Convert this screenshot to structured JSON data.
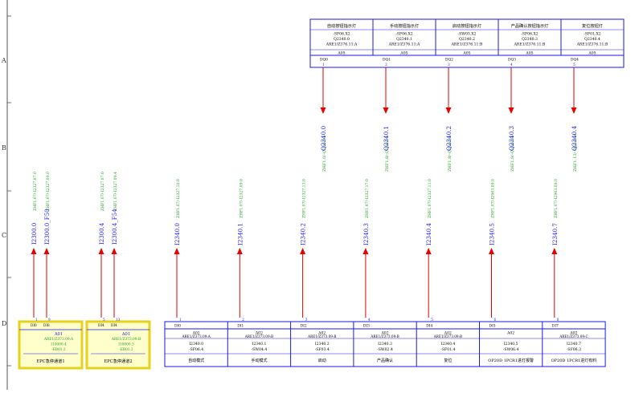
{
  "row_labels": [
    "A",
    "B",
    "C",
    "D"
  ],
  "colors": {
    "arrow": "#e60000",
    "frame": "#1a1ae6",
    "address": "#1a1ae6",
    "xref": "#22a022",
    "label": "#1a1ae6",
    "highlight_fill": "#ffffcc",
    "highlight_border": "#e6d21a"
  },
  "outputs": [
    {
      "label": "自动按钮指示灯",
      "device": "-SF06.X2",
      "tag": "Q2340.0",
      "ref": "ARE1/Z376.11:A",
      "module": "A05",
      "channel": "DQ0",
      "num": "1",
      "address": "Q2340.0",
      "xref": "ZHF1.0/-Q2340.0"
    },
    {
      "label": "手动按钮指示灯",
      "device": "-SF06.X2",
      "tag": "Q2340.1",
      "ref": "ARE1/Z376.11:A",
      "module": "A05",
      "channel": "DQ1",
      "num": "2",
      "address": "Q2340.1",
      "xref": "ZHF1.8/-Q2340.1"
    },
    {
      "label": "启动按钮指示灯",
      "device": "-SW03.X2",
      "tag": "Q2340.2",
      "ref": "ARE1/Z376.11:B",
      "module": "A05",
      "channel": "DQ2",
      "num": "3",
      "address": "Q2340.2",
      "xref": "ZHF1.8/-Q2340.2"
    },
    {
      "label": "产品确认按钮指示灯",
      "device": "-SF06.X2",
      "tag": "Q2340.3",
      "ref": "ARE1/Z376.11:B",
      "module": "A05",
      "channel": "DQ3",
      "num": "4",
      "address": "Q2340.3",
      "xref": "ZHF1.9/-Q2340.3"
    },
    {
      "label": "复位按钮灯",
      "device": "-SF01.X2",
      "tag": "Q2340.4",
      "ref": "ARE1/Z376.11:B",
      "module": "A05",
      "channel": "DQ4",
      "num": "5",
      "address": "Q2340.4",
      "xref": "ZHF1.13/-Q2340.4"
    }
  ],
  "safety_inputs": [
    {
      "title": "A01",
      "ref": "ARE1/Z373.09:A",
      "tag": "I10000.4",
      "device": "-EB01.2",
      "label": "EPC急停通道1",
      "pins": [
        {
          "ch": "DI0",
          "num": "1",
          "address": "I2300.0",
          "xref": "ZHF1.07/-I2327.07.0"
        },
        {
          "ch": "DI8",
          "num": "9",
          "address": "I2300.0_F50",
          "xref": "ZHF1.07/-I2327.09.0"
        }
      ]
    },
    {
      "title": "A01",
      "ref": "ARE1/Z373.09:B",
      "tag": "I10000.5",
      "device": "-EB01.2",
      "label": "EPC急停通道2",
      "pins": [
        {
          "ch": "DI4",
          "num": "5",
          "address": "I2300.4",
          "xref": "ZHF1.07/-I2327.07.0"
        },
        {
          "ch": "DI4",
          "num": "13",
          "address": "I2300.4_F54",
          "xref": "ZHF1.07/-I2327.09.4"
        }
      ]
    }
  ],
  "inputs": [
    {
      "ch": "DI0",
      "num": "1",
      "address": "I2340.0",
      "xref": "ZHF1.07/-I2327.10.0",
      "module": "A02",
      "ref": "ARE1/Z373.09:A",
      "tag": "I2340.0",
      "device": "-SF06.4",
      "label": "自动模式"
    },
    {
      "ch": "DI1",
      "num": "2",
      "address": "I2340.1",
      "xref": "ZHF1.07/-I2327.09.0",
      "module": "A02",
      "ref": "ARE1/Z373.09:B",
      "tag": "I2340.1",
      "device": "-SW04.4",
      "label": "手动模式"
    },
    {
      "ch": "DI2",
      "num": "3",
      "address": "I2340.2",
      "xref": "ZHF1.07/-I2327.13.0",
      "module": "A02",
      "ref": "ARE1/Z373.09:B",
      "tag": "I2340.2",
      "device": "-SF03.4",
      "label": "启动"
    },
    {
      "ch": "DI3",
      "num": "4",
      "address": "I2340.3",
      "xref": "ZHF1.07/-I2327.17.0",
      "module": "A02",
      "ref": "ARE1/Z373.09:B",
      "tag": "I2340.3",
      "device": "-SW02.4",
      "label": "产品确认"
    },
    {
      "ch": "DI4",
      "num": "5",
      "address": "I2340.4",
      "xref": "ZHF1.07/-I2327.11.0",
      "module": "A02",
      "ref": "ARE1/Z373.09:B",
      "tag": "I2340.4",
      "device": "-SF01.4",
      "label": "复位"
    },
    {
      "ch": "DI5",
      "num": "6",
      "address": "I2340.5",
      "xref": "ZHF1.07/-I2903.09.0",
      "module": "A02",
      "ref": "",
      "tag": "I2340.5",
      "device": "-SW06.4",
      "label": "OP20D 1PCR1进灯报警"
    },
    {
      "ch": "DI7",
      "num": "8",
      "address": "I2340.7",
      "xref": "ZHF1.07/-I2903.09.0",
      "module": "A02",
      "ref": "ARE1/Z373.09:C",
      "tag": "I2340.7",
      "device": "-SF06.3",
      "label": "OP20D 1PCR1进灯有料"
    }
  ]
}
